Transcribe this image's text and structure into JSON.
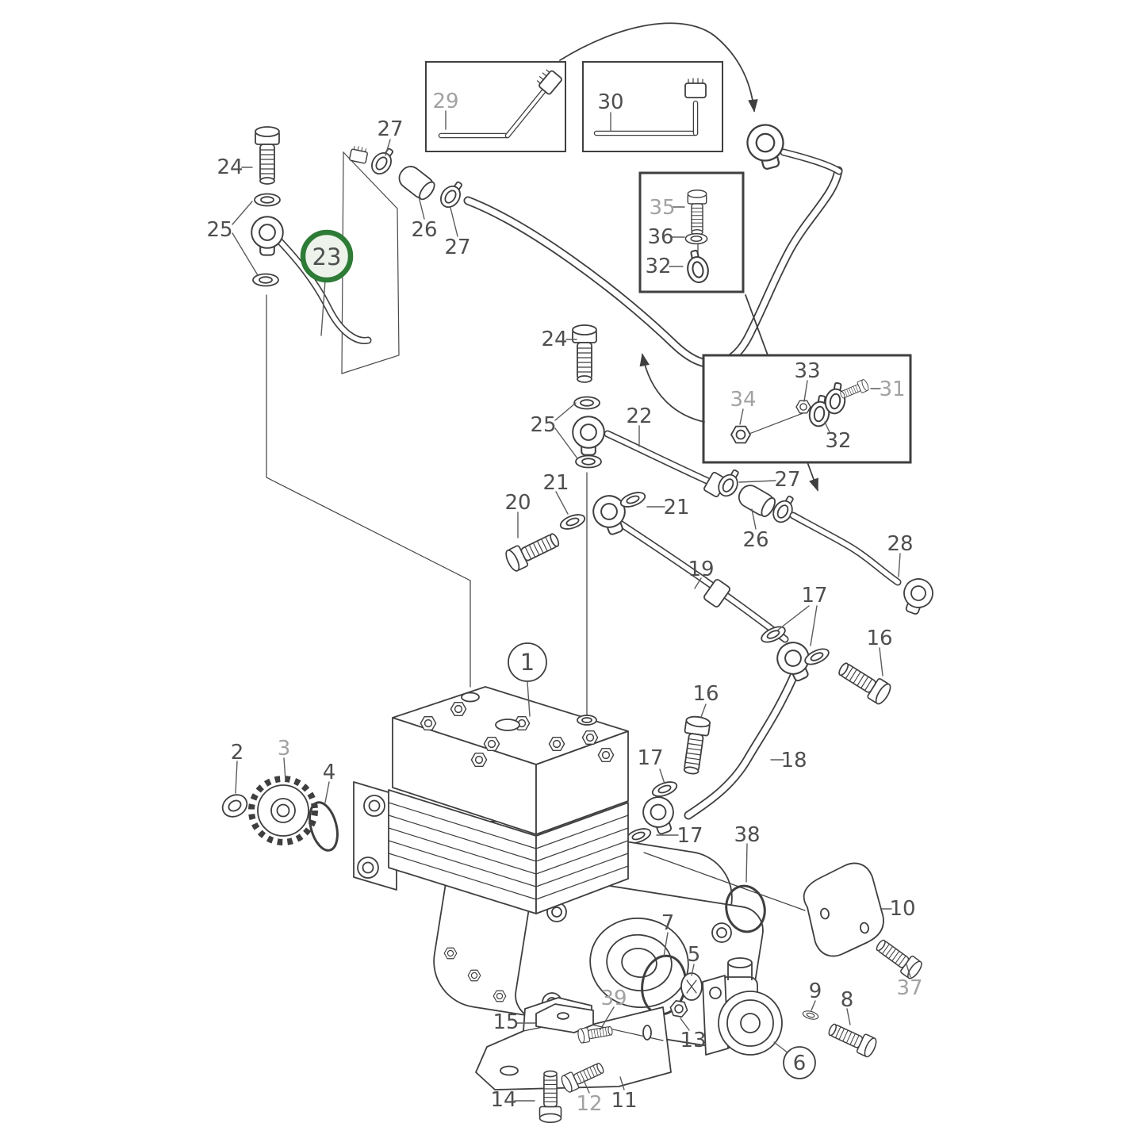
{
  "figure": {
    "type": "exploded-parts-diagram",
    "subject": "air compressor and oil pipes exploded view",
    "background_color": "#ffffff",
    "line_color": "#3f3f3f",
    "label_color": "#4f4f4f",
    "muted_label_color": "#a2a2a2",
    "highlight": {
      "part": "23",
      "ring_color": "#2d7b36",
      "fill_color": "#edf3ea"
    },
    "circled_labels": [
      "1",
      "6"
    ],
    "muted_labels": [
      "3",
      "12",
      "29",
      "31",
      "34",
      "35",
      "37",
      "39"
    ],
    "labels": {
      "n1": "1",
      "n2": "2",
      "n3": "3",
      "n4": "4",
      "n5": "5",
      "n6": "6",
      "n7": "7",
      "n8": "8",
      "n9": "9",
      "n10": "10",
      "n11": "11",
      "n12": "12",
      "n13": "13",
      "n14": "14",
      "n15": "15",
      "n16": "16",
      "n17": "17",
      "n18": "18",
      "n19": "19",
      "n20": "20",
      "n21": "21",
      "n22": "22",
      "n23": "23",
      "n24": "24",
      "n25": "25",
      "n26": "26",
      "n27": "27",
      "n28": "28",
      "n29": "29",
      "n30": "30",
      "n31": "31",
      "n32": "32",
      "n33": "33",
      "n34": "34",
      "n35": "35",
      "n36": "36",
      "n37": "37",
      "n38": "38",
      "n39": "39"
    }
  }
}
